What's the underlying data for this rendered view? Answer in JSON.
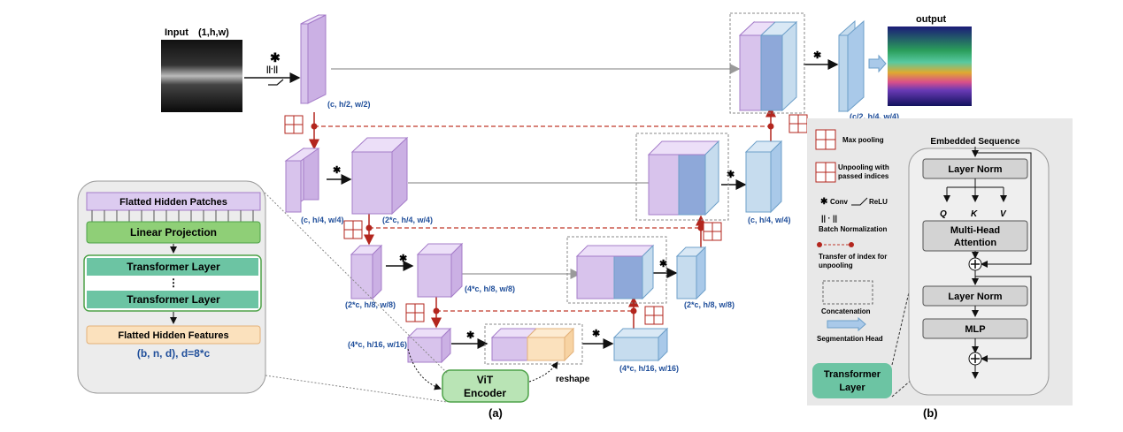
{
  "input": {
    "label": "Input",
    "shape": "(1,h,w)"
  },
  "output": {
    "label": "output"
  },
  "encoder_dims": {
    "e1": "(c, h/2, w/2)",
    "e2a": "(c, h/4, w/4)",
    "e2b": "(2*c, h/4, w/4)",
    "e3a": "(2*c, h/8, w/8)",
    "e3b": "(4*c, h/8, w/8)",
    "e4": "(4*c, h/16, w/16)"
  },
  "decoder_dims": {
    "d4": "(4*c, h/16, w/16)",
    "d3": "(2*c, h/8, w/8)",
    "d2": "(c, h/4, w/4)",
    "d1": "(c/2, h/4, w/4)"
  },
  "vit": {
    "line1": "ViT",
    "line2": "Encoder",
    "reshape": "reshape"
  },
  "vit_detail": {
    "patches": "Flatted Hidden Patches",
    "projection": "Linear  Projection",
    "layer1": "Transformer Layer",
    "dots": "⋮",
    "layer2": "Transformer Layer",
    "features": "Flatted Hidden Features",
    "shape": "(b, n, d), d=8*c"
  },
  "legend": {
    "maxpool": "Max pooling",
    "unpool1": "Unpooling with",
    "unpool2": "passed indices",
    "conv": "Conv",
    "relu": "ReLU",
    "bn_symbol": "|| · ||",
    "bn": "Batch Normalization",
    "transfer1": "Transfer of index for",
    "transfer2": "unpooling",
    "concat": "Concatenation",
    "seghead": "Segmentation Head"
  },
  "transformer_block": {
    "title": "Embedded Sequence",
    "norm1": "Layer  Norm",
    "q": "Q",
    "k": "K",
    "v": "V",
    "mha1": "Multi-Head",
    "mha2": "Attention",
    "norm2": "Layer  Norm",
    "mlp": "MLP",
    "tag1": "Transformer",
    "tag2": "Layer"
  },
  "captions": {
    "a": "(a)",
    "b": "(b)"
  },
  "colors": {
    "encoder": "#d8c3ec",
    "encoder_edge": "#a57cc9",
    "decoder": "#c6dcee",
    "decoder_edge": "#6d9fc9",
    "vit_green": "#b9e4b5",
    "orange": "#fbe1bd",
    "pool_red": "#c0392b",
    "gray_panel": "#e9e9e9",
    "teal": "#6cc4a3"
  }
}
